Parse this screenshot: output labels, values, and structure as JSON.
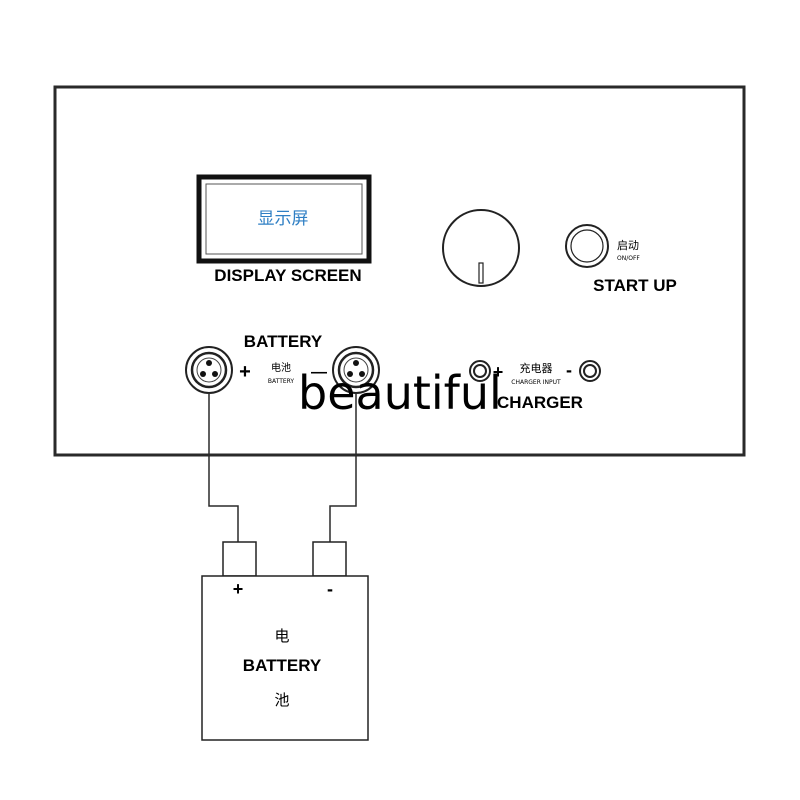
{
  "panel": {
    "display_cn": "显示屏",
    "display_label": "DISPLAY SCREEN",
    "power_cn": "启动",
    "power_sub": "ON/OFF",
    "power_label": "START UP",
    "battery_label": "BATTERY",
    "battery_port_cn": "电池",
    "battery_port_sub": "BATTERY",
    "plus": "+",
    "minus": "—",
    "charger_cn": "充电器",
    "charger_sub": "CHARGER INPUT",
    "charger_plus": "+",
    "charger_minus": "-",
    "charger_label": "CHARGER"
  },
  "battery_pack": {
    "plus": "+",
    "minus": "-",
    "cn_top": "电",
    "label": "BATTERY",
    "cn_bottom": "池"
  },
  "overlay_text": "beautiful",
  "colors": {
    "line": "#2a2a2a",
    "display_text": "#2f7fc4"
  }
}
